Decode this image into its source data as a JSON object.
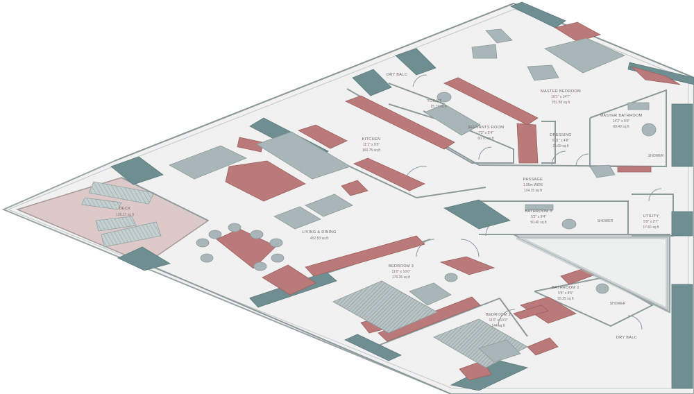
{
  "plan": {
    "rooms": [
      {
        "id": "deck",
        "name": "DECK",
        "dims": "",
        "area": "126.17 sq ft"
      },
      {
        "id": "living_dining",
        "name": "LIVING & DINING",
        "dims": "",
        "area": "452.53 sq ft"
      },
      {
        "id": "kitchen",
        "name": "KITCHEN",
        "dims": "11'1\" x 9'5\"",
        "area": "160.75 sq ft"
      },
      {
        "id": "dry_balc_top",
        "name": "DRY BALC",
        "dims": "",
        "area": ""
      },
      {
        "id": "toilet",
        "name": "TOILET",
        "dims": "",
        "area": "15.77 sq ft"
      },
      {
        "id": "servants_room",
        "name": "SERVANTS ROOM",
        "dims": "7'3\" x 5'4\"",
        "area": "60.70 sq ft"
      },
      {
        "id": "master_bedroom",
        "name": "MASTER BEDROOM",
        "dims": "16'1\" x 14'7\"",
        "area": "251.58 sq ft"
      },
      {
        "id": "master_bathroom",
        "name": "MASTER BATHROOM",
        "dims": "14'2\" x 5'5\"",
        "area": "60.40 sq ft"
      },
      {
        "id": "dressing",
        "name": "DRESSING",
        "dims": "5'11\" x 4'8\"",
        "area": "25.69 sq ft"
      },
      {
        "id": "passage",
        "name": "PASSAGE",
        "dims": "1.05m WIDE",
        "area": "124.15 sq ft"
      },
      {
        "id": "bathroom_3",
        "name": "BATHROOM 3",
        "dims": "5'2\" x 9'4\"",
        "area": "50.40 sq ft"
      },
      {
        "id": "utility",
        "name": "UTILITY",
        "dims": "5'9\" x 2'7\"",
        "area": "17.66 sq ft"
      },
      {
        "id": "bedroom_3",
        "name": "BEDROOM 3",
        "dims": "11'0\" x 16'0\"",
        "area": "176.36 sq ft"
      },
      {
        "id": "bedroom_2",
        "name": "BEDROOM 2",
        "dims": "11'0\" x 13'2\"",
        "area": "144 sq ft"
      },
      {
        "id": "bathroom_2",
        "name": "BATHROOM 2",
        "dims": "5'5\" x 8'5\"",
        "area": "55.25 sq ft"
      },
      {
        "id": "dry_balc_bottom",
        "name": "DRY BALC",
        "dims": "",
        "area": ""
      }
    ],
    "fixture_labels": {
      "shower_master": "SHOWER",
      "shower_bath3": "SHOWER",
      "shower_bath2": "SHOWER"
    },
    "colors": {
      "background": "#ffffff",
      "floor": "#f0f1f0",
      "wall": "#9aa6a6",
      "window": "#6f8e92",
      "furniture_red": "#b97a79",
      "furniture_grey": "#a9b6b9",
      "deck": "#ddc9c7",
      "line": "#8d9a9a"
    }
  }
}
